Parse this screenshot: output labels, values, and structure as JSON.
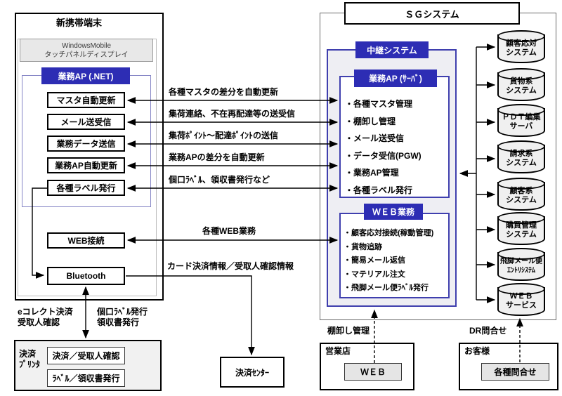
{
  "terminal": {
    "title": "新携帯端末",
    "display": "WindowsMobile\nタッチパネルディスプレイ",
    "ap_header": "業務AP (.NET)",
    "items": [
      "マスタ自動更新",
      "メール送受信",
      "業務データ送信",
      "業務AP自動更新",
      "各種ラベル発行"
    ],
    "web_button": "WEB接続",
    "bluetooth_button": "Bluetooth"
  },
  "flows": {
    "labels": [
      "各種マスタの差分を自動更新",
      "集荷連絡、不在再配達等の送受信",
      "集荷ﾎﾟｲﾝﾄ～配達ﾎﾟｲﾝﾄの送信",
      "業務APの差分を自動更新",
      "個口ﾗﾍﾞﾙ、領収書発行など"
    ],
    "web_label": "各種WEB業務",
    "card_label": "カード決済情報／受取人確認情報",
    "ecollect_label": "eコレクト決済\n受取人確認",
    "label_issue_label": "個口ﾗﾍﾞﾙ発行\n領収書発行",
    "tanaoroshi_label": "棚卸し管理",
    "dr_label": "DR問合せ"
  },
  "sg": {
    "title": "ＳＧシステム",
    "relay_title": "中継システム",
    "ap_server_title": "業務AP (ｻｰﾊﾞ)",
    "ap_items": [
      "・各種マスタ管理",
      "・棚卸し管理",
      "・メール送受信",
      "・データ受信(PGW)",
      "・業務AP管理",
      "・各種ラベル発行"
    ],
    "web_title": "ＷＥＢ業務",
    "web_items": [
      "・顧客応対接続(稼動管理)",
      "・貨物追跡",
      "・簡易メール返信",
      "・マテリアル注文",
      "・飛脚メール便ﾗﾍﾞﾙ発行"
    ]
  },
  "databases": [
    {
      "name": "顧客応対\nシステム"
    },
    {
      "name": "貨物系\nシステム"
    },
    {
      "name": "ＰＤＴ編集\nサーバ"
    },
    {
      "name": "請求系\nシステム"
    },
    {
      "name": "顧客系\nシステム"
    },
    {
      "name": "購買管理\nシステム"
    },
    {
      "name": "飛脚メール便\nｴﾝﾄﾘｼｽﾃﾑ"
    },
    {
      "name": "ＷＥＢ\nサービス"
    }
  ],
  "bottom": {
    "printer_label": "決済\nﾌﾟﾘﾝﾀ",
    "printer_items": [
      "決済／受取人確認",
      "ﾗﾍﾞﾙ／領収書発行"
    ],
    "settlement_center": "決済ｾﾝﾀｰ",
    "sales_office": "営業店",
    "web_box": "ＷＥＢ",
    "customer": "お客様",
    "inquiry_box": "各種問合せ"
  },
  "colors": {
    "accent_blue": "#2d2db4",
    "panel_border_blue": "#3f3fae",
    "relay_fill": "#eeeef3",
    "gray_fill": "#e8e8e8",
    "cylinder_fill": "#f0f0f0"
  }
}
